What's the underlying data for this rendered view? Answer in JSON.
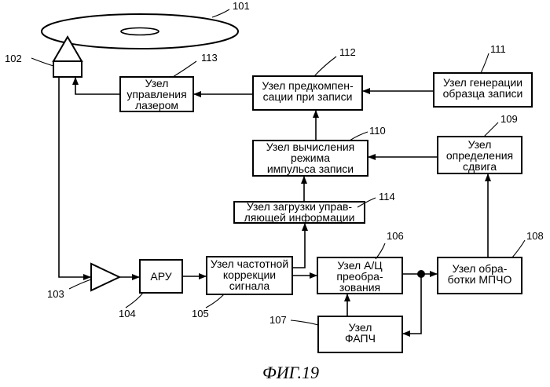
{
  "caption": "ФИГ.19",
  "refs": {
    "disc": "101",
    "head": "102",
    "amp": "103",
    "agc": "104",
    "eq": "105",
    "adc": "106",
    "pll": "107",
    "prml": "108",
    "shift": "109",
    "mode": "110",
    "gen": "111",
    "precomp": "112",
    "laser": "113",
    "load": "114"
  },
  "blocks": {
    "laser": [
      "Узел",
      "управления",
      "лазером"
    ],
    "precomp": [
      "Узел предкомпен-",
      "сации при записи"
    ],
    "gen": [
      "Узел генерации",
      "образца записи"
    ],
    "mode": [
      "Узел вычисления",
      "режима",
      "импульса записи"
    ],
    "shift": [
      "Узел",
      "определения",
      "сдвига"
    ],
    "load": [
      "Узел загрузки управ-",
      "ляющей информации"
    ],
    "agc": [
      "АРУ"
    ],
    "eq": [
      "Узел частотной",
      "коррекции",
      "сигнала"
    ],
    "adc": [
      "Узел А/Ц",
      "преобра-",
      "зования"
    ],
    "prml": [
      "Узел обра-",
      "ботки МПЧО"
    ],
    "pll": [
      "Узел",
      "ФАПЧ"
    ]
  }
}
